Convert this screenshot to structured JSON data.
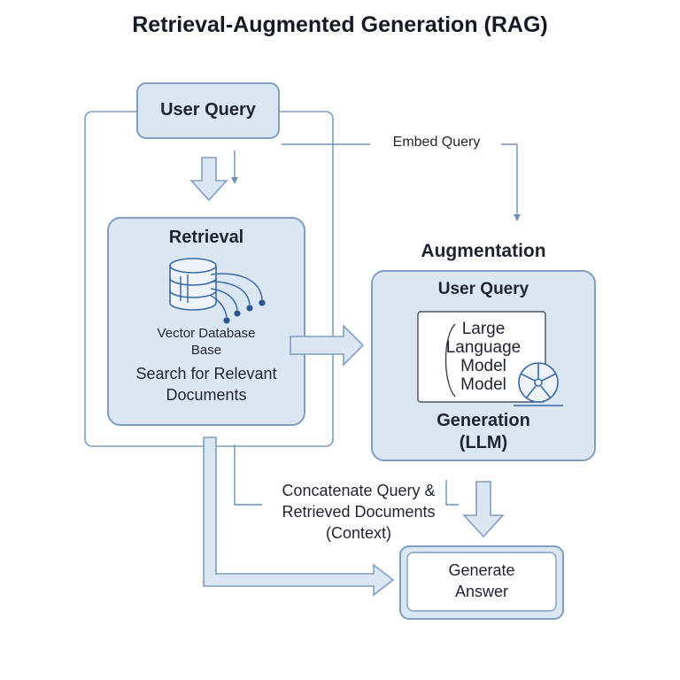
{
  "title": "Retrieval-Augmented Generation (RAG)",
  "user_query": {
    "label": "User Query"
  },
  "embed_query": {
    "label": "Embed Query"
  },
  "retrieval": {
    "title": "Retrieval",
    "db_label_line1": "Vector Database",
    "db_label_line2": "Base",
    "search_line1": "Search for Relevant",
    "search_line2": "Documents"
  },
  "augmentation": {
    "title": "Augmentation",
    "user_query": "User Query",
    "llm_lines": [
      "Large",
      "Language",
      "Model",
      "Model"
    ],
    "generation_line1": "Generation",
    "generation_line2": "(LLM)"
  },
  "concat": {
    "line1": "Concatenate Query &",
    "line2": "Retrieved Documents",
    "line3": "(Context)"
  },
  "answer": {
    "line1": "Generate",
    "line2": "Answer"
  },
  "colors": {
    "box_fill": "#dbe6f3",
    "box_stroke": "#7f9ec1",
    "line": "#6f8fb5",
    "arrow_fill": "#dbe6f3",
    "icon": "#3b6aa8"
  }
}
